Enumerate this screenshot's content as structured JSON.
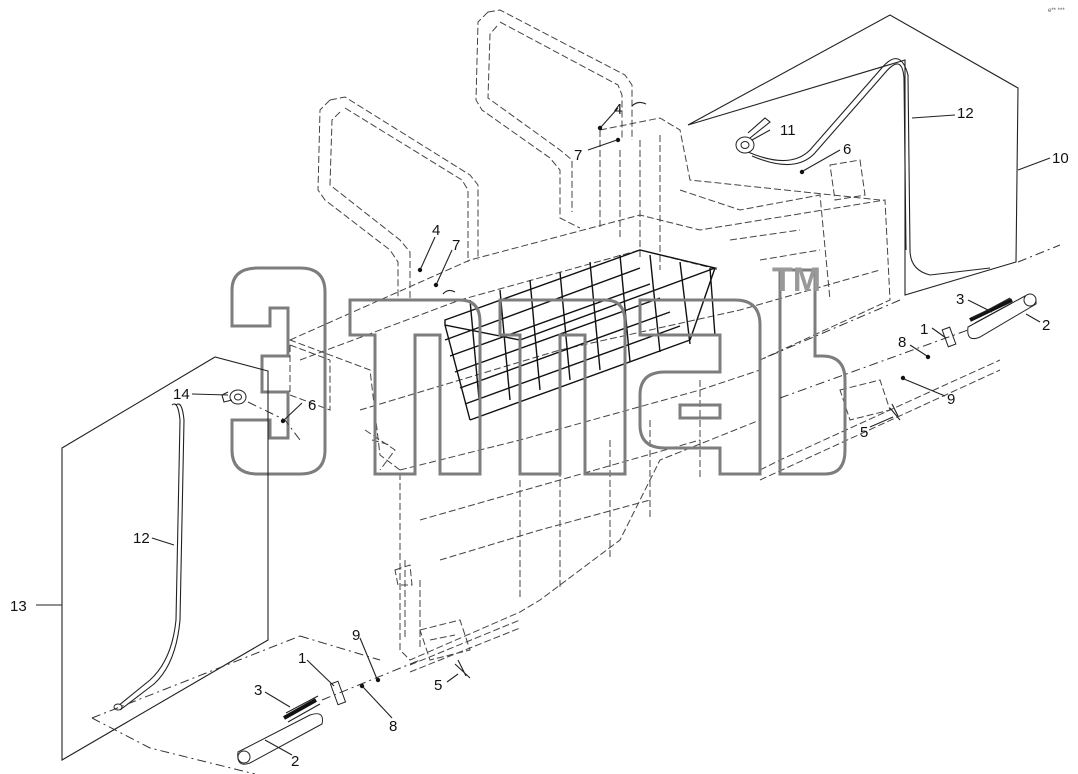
{
  "figure": {
    "corner_note": "e** ***",
    "watermark_text": "TM"
  },
  "callouts": [
    {
      "id": "c1a",
      "label": "1"
    },
    {
      "id": "c1b",
      "label": "1"
    },
    {
      "id": "c2a",
      "label": "2"
    },
    {
      "id": "c2b",
      "label": "2"
    },
    {
      "id": "c3a",
      "label": "3"
    },
    {
      "id": "c3b",
      "label": "3"
    },
    {
      "id": "c4a",
      "label": "4"
    },
    {
      "id": "c4b",
      "label": "4"
    },
    {
      "id": "c5a",
      "label": "5"
    },
    {
      "id": "c5b",
      "label": "5"
    },
    {
      "id": "c6a",
      "label": "6"
    },
    {
      "id": "c6b",
      "label": "6"
    },
    {
      "id": "c7a",
      "label": "7"
    },
    {
      "id": "c7b",
      "label": "7"
    },
    {
      "id": "c8a",
      "label": "8"
    },
    {
      "id": "c8b",
      "label": "8"
    },
    {
      "id": "c9a",
      "label": "9"
    },
    {
      "id": "c9b",
      "label": "9"
    },
    {
      "id": "c10",
      "label": "10"
    },
    {
      "id": "c11",
      "label": "11"
    },
    {
      "id": "c12a",
      "label": "12"
    },
    {
      "id": "c12b",
      "label": "12"
    },
    {
      "id": "c13",
      "label": "13"
    },
    {
      "id": "c14",
      "label": "14"
    }
  ]
}
